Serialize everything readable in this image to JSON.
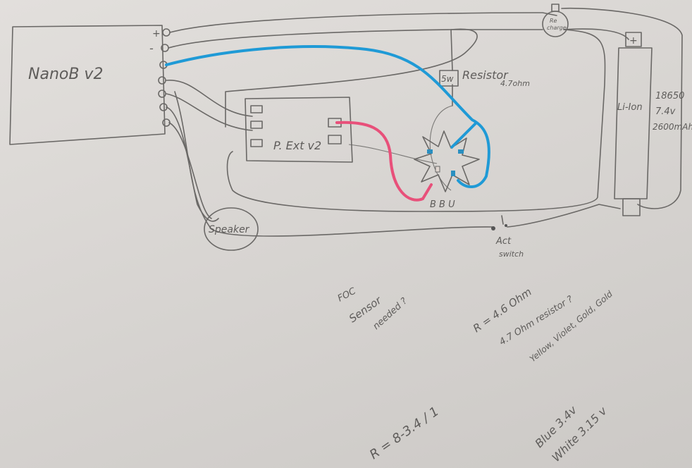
{
  "nano": {
    "title": "NanoB v2",
    "plus": "+",
    "minus": "-"
  },
  "pext": {
    "title": "P. Ext v2"
  },
  "speaker": {
    "label": "Speaker"
  },
  "resistor": {
    "rating": "5w",
    "label": "Resistor",
    "value": "4.7ohm"
  },
  "recharge": {
    "label_1": "Re",
    "label_2": "charge",
    "plus": "+"
  },
  "battery": {
    "plus": "+",
    "label": "Li-Ion",
    "spec_1": "18650",
    "spec_2": "7.4v",
    "spec_3": "2600mAh"
  },
  "led": {
    "pins": "B B U"
  },
  "switch": {
    "label_1": "Act",
    "label_2": "switch"
  },
  "notes": {
    "foc_1": "FOC",
    "foc_2": "Sensor",
    "foc_3": "needed ?",
    "r1": "R = 4.6 Ohm",
    "r2": "4.7 Ohm resistor ?",
    "r3": "Yellow, Violet, Gold, Gold",
    "formula": "R = 8-3.4 / 1",
    "blue": "Blue 3.4v",
    "white": "White 3.15 v"
  },
  "colors": {
    "blue_wire": "#1f9ad6",
    "red_wire": "#e8507a",
    "pencil": "#6a6866"
  }
}
